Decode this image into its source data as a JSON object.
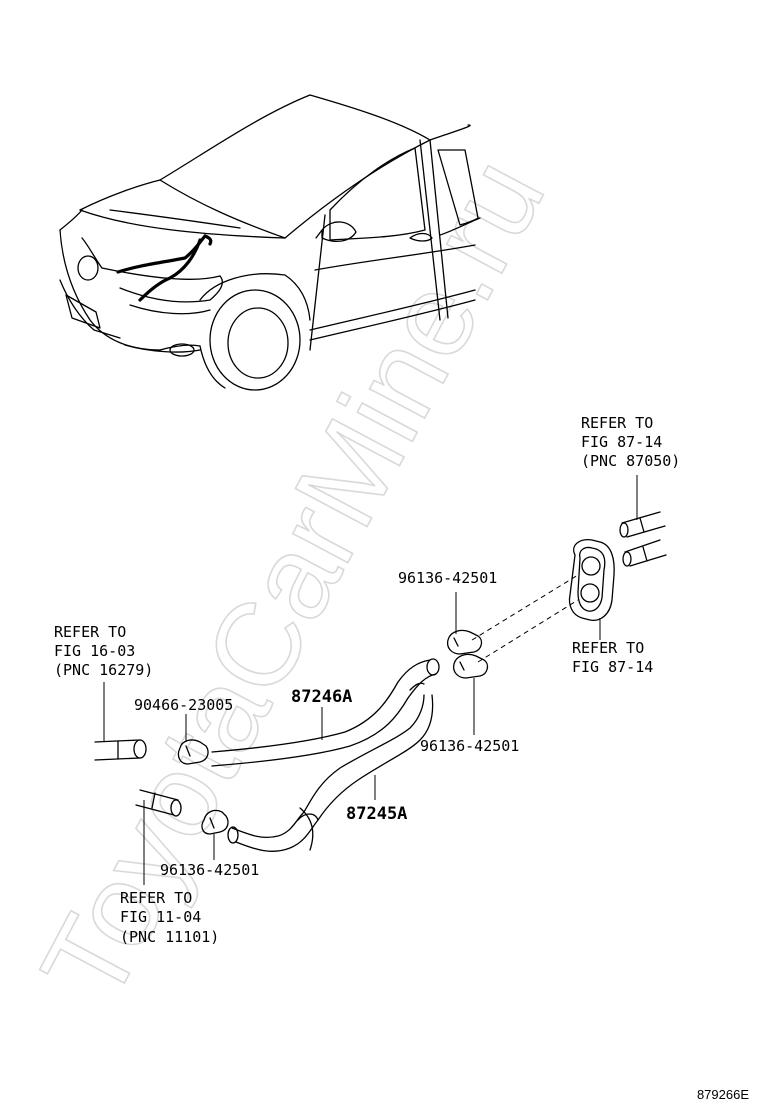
{
  "watermark": "ToyotaCarMine.ru",
  "figure_code": "879266E",
  "callouts": {
    "refer_top_right": [
      "REFER TO",
      "FIG 87-14",
      "(PNC 87050)"
    ],
    "refer_grommet": [
      "REFER TO",
      "FIG 87-14"
    ],
    "refer_left_upper": [
      "REFER TO",
      "FIG 16-03",
      "(PNC 16279)"
    ],
    "refer_left_lower": [
      "REFER TO",
      "FIG 11-04",
      "(PNC 11101)"
    ]
  },
  "parts": {
    "clamp_upper_right": "96136-42501",
    "clamp_lower_right": "96136-42501",
    "clamp_left": "90466-23005",
    "clamp_lower_left": "96136-42501",
    "hose_inlet": "87246A",
    "hose_outlet": "87245A"
  }
}
